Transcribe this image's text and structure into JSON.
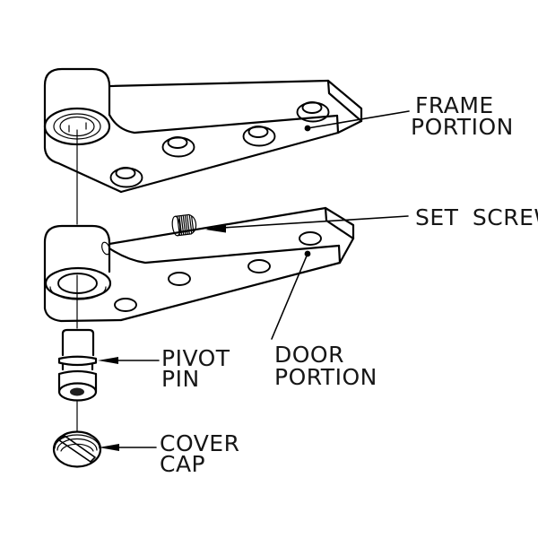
{
  "diagram": {
    "kind": "exploded-parts-diagram",
    "colors": {
      "background": "#ffffff",
      "line": "#000000",
      "text": "#161616"
    },
    "labels": {
      "frame_portion": {
        "line1": "FRAME",
        "line2": "PORTION"
      },
      "set_screw": {
        "text": "SET SCREW"
      },
      "door_portion": {
        "line1": "DOOR",
        "line2": "PORTION"
      },
      "pivot_pin": {
        "line1": "PIVOT",
        "line2": "PIN"
      },
      "cover_cap": {
        "line1": "COVER",
        "line2": "CAP"
      }
    }
  }
}
